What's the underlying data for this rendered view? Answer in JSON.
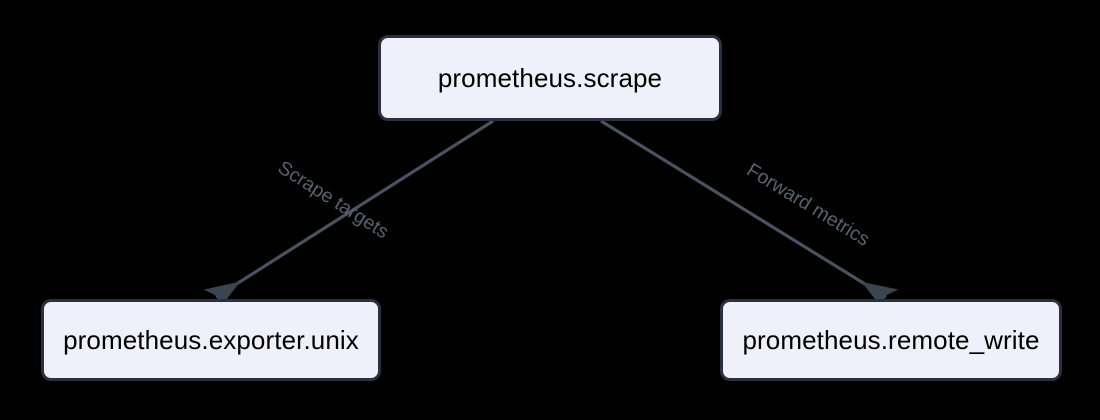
{
  "diagram": {
    "type": "flowchart",
    "direction": "top-down",
    "background_color": "#000000",
    "node_fill_color": "#f0f0fa",
    "node_border_color": "#2b3040",
    "node_text_color": "#000000",
    "edge_color": "#4a5260",
    "edge_label_color": "#58616e",
    "nodes": [
      {
        "id": "scrape",
        "label": "prometheus.scrape"
      },
      {
        "id": "exporter",
        "label": "prometheus.exporter.unix"
      },
      {
        "id": "remote_write",
        "label": "prometheus.remote_write"
      }
    ],
    "edges": [
      {
        "id": "scrape-to-exporter",
        "from": "scrape",
        "to": "exporter",
        "label": "Scrape targets",
        "arrow": "arrowhead-icon"
      },
      {
        "id": "scrape-to-remote-write",
        "from": "scrape",
        "to": "remote_write",
        "label": "Forward metrics",
        "arrow": "arrowhead-icon"
      }
    ]
  }
}
